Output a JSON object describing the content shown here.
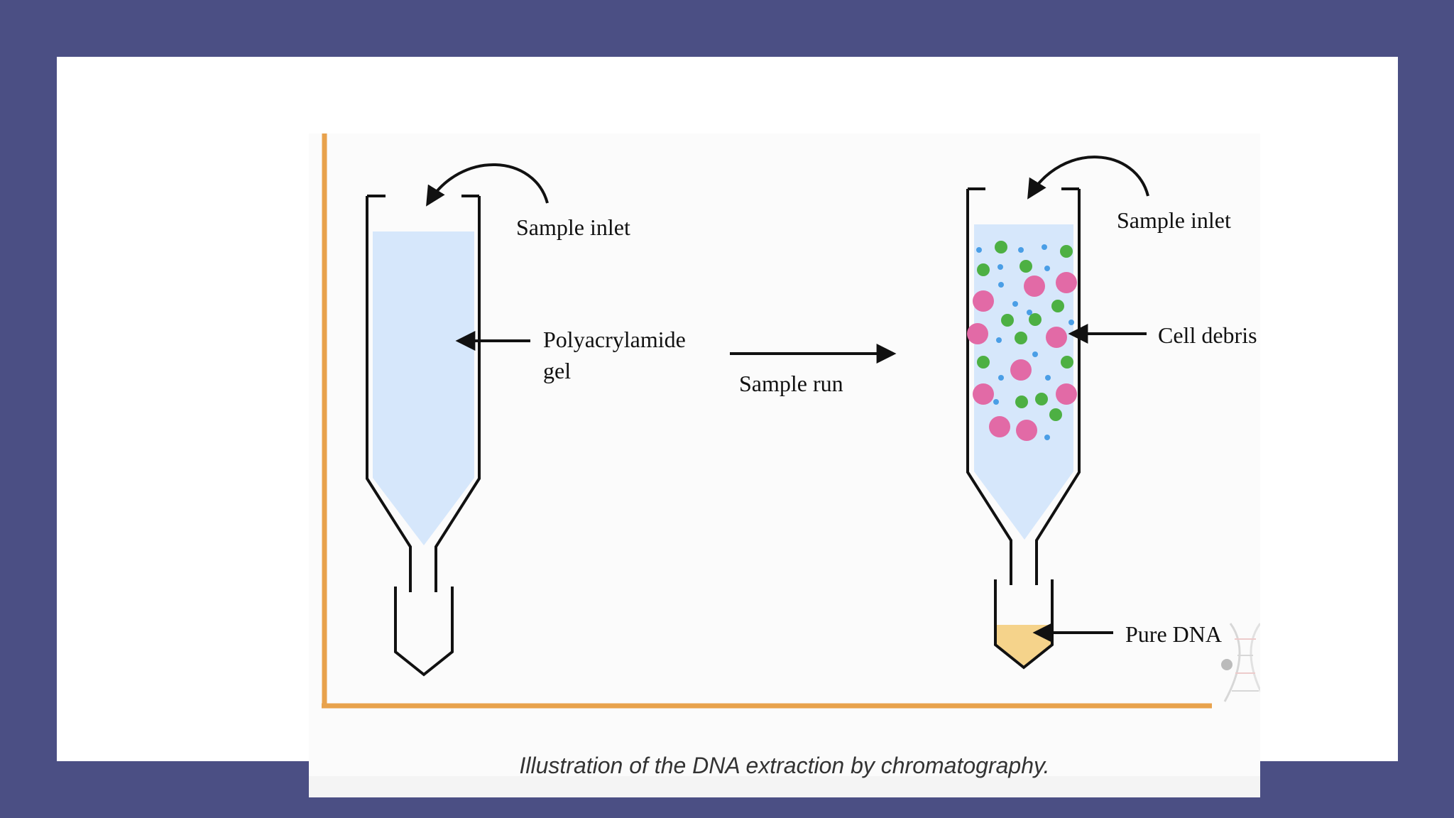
{
  "diagram": {
    "labels": {
      "left_inlet": "Sample inlet",
      "gel_line1": "Polyacrylamide",
      "gel_line2": "gel",
      "sample_run": "Sample run",
      "right_inlet": "Sample inlet",
      "cell_debris": "Cell debris",
      "pure_dna": "Pure DNA"
    },
    "caption": "Illustration of the DNA extraction by chromatography."
  },
  "colors": {
    "page_background": "#4b4f84",
    "card": "#ffffff",
    "gel": "#d6e7fb",
    "frame": "#e8a24c",
    "dna": "#f5d38b",
    "debris_large": "#e26aa6",
    "debris_medium": "#4db043",
    "debris_small": "#4a9ee6"
  }
}
